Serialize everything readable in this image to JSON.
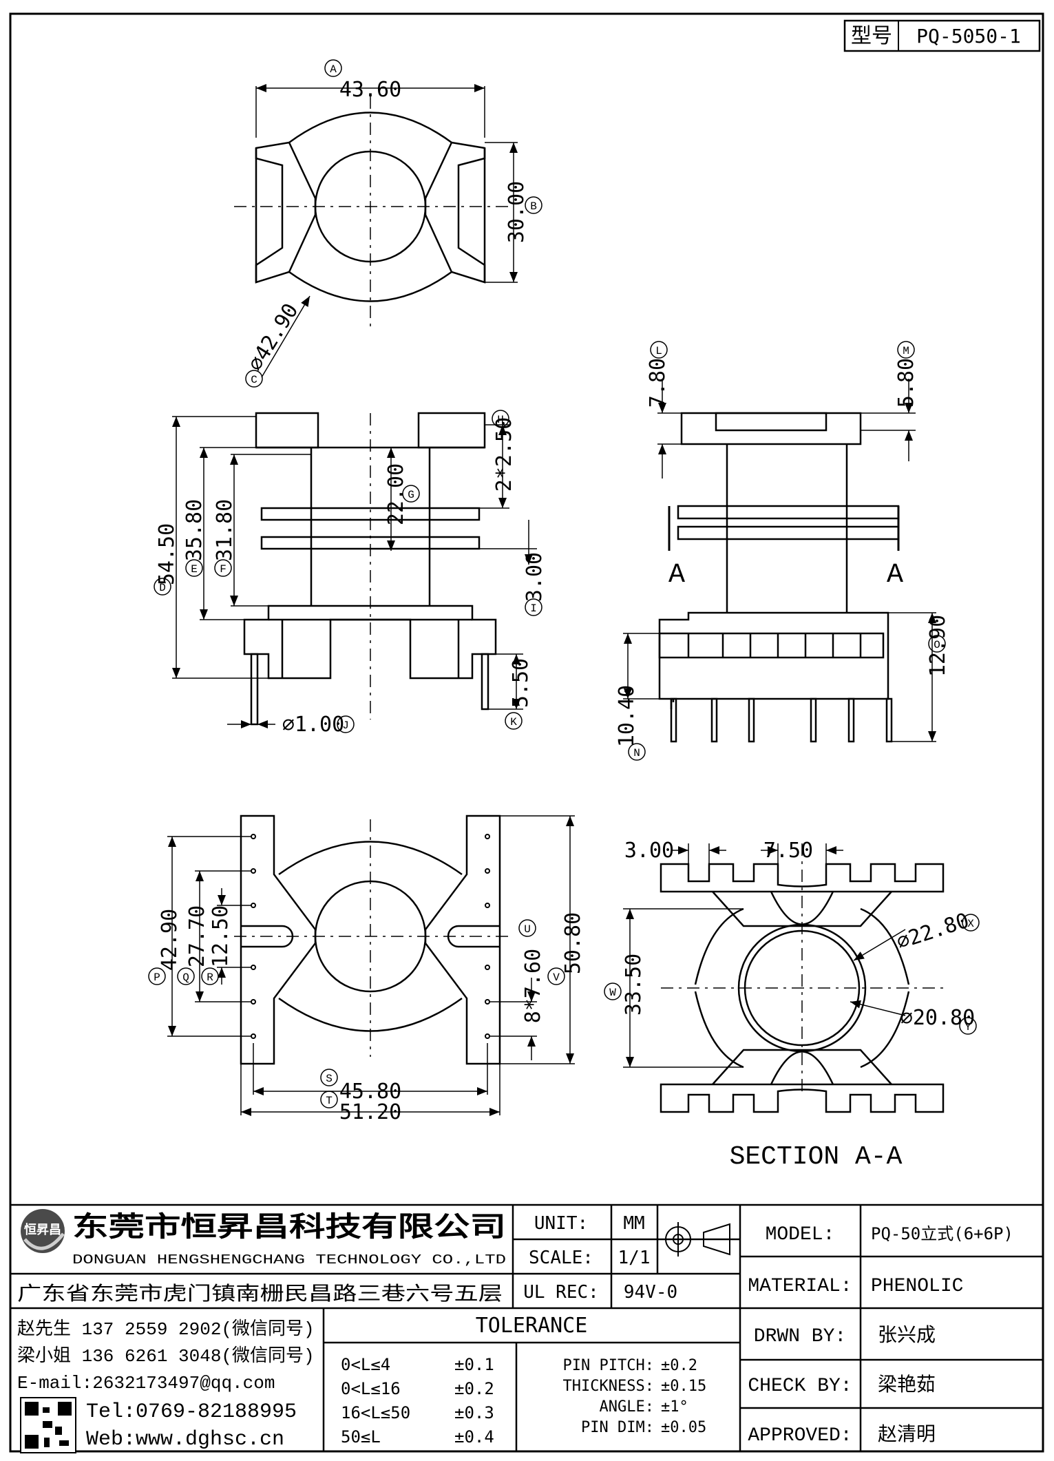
{
  "part_no": {
    "label": "型号",
    "value": "PQ-5050-1"
  },
  "views": {
    "top": {
      "dim_a": "43.60",
      "dim_b": "30.00",
      "dim_c": "⌀42.90",
      "tag_a": "A",
      "tag_b": "B",
      "tag_c": "C"
    },
    "front": {
      "dim_d": "54.50",
      "dim_e": "35.80",
      "dim_f": "31.80",
      "dim_g": "22.00",
      "dim_h": "2*2.50",
      "dim_i": "3.00",
      "dim_j": "⌀1.00",
      "dim_k": "5.50",
      "tag_d": "D",
      "tag_e": "E",
      "tag_f": "F",
      "tag_g": "G",
      "tag_h": "H",
      "tag_i": "I",
      "tag_j": "J",
      "tag_k": "K"
    },
    "side": {
      "dim_l": "7.80",
      "dim_m": "5.80",
      "dim_n": "10.40",
      "dim_o": "12.90",
      "tag_l": "L",
      "tag_m": "M",
      "tag_n": "N",
      "tag_o": "O",
      "cut_left": "A",
      "cut_right": "A"
    },
    "bottom": {
      "dim_p": "42.90",
      "dim_q": "27.70",
      "dim_r": "12.50",
      "dim_s": "45.80",
      "dim_t": "51.20",
      "dim_u": "8*7.60",
      "dim_v": "50.80",
      "tag_p": "P",
      "tag_q": "Q",
      "tag_r": "R",
      "tag_s": "S",
      "tag_t": "T",
      "tag_u": "U",
      "tag_v": "V"
    },
    "section": {
      "dim_3": "3.00",
      "dim_75": "7.50",
      "dim_w": "33.50",
      "dim_x": "⌀22.80",
      "dim_y": "⌀20.80",
      "tag_w": "W",
      "tag_x": "X",
      "tag_y": "Y",
      "title": "SECTION A-A"
    }
  },
  "title_block": {
    "company_cn": "东莞市恒昇昌科技有限公司",
    "company_en": "DONGUAN HENGSHENGCHANG TECHNOLOGY CO.,LTD",
    "address": "广东省东莞市虎门镇南栅民昌路三巷六号五层",
    "logo_text": "恒昇昌",
    "contact": [
      "赵先生 137 2559 2902(微信同号)",
      "梁小姐 136 6261 3048(微信同号)",
      "E-mail:2632173497@qq.com"
    ],
    "tel": "Tel:0769-82188995",
    "web": "Web:www.dghsc.cn",
    "unit_label": "UNIT:",
    "unit_value": "MM",
    "scale_label": "SCALE:",
    "scale_value": "1/1",
    "ulrec_label": "UL REC:",
    "ulrec_value": "94V-0",
    "tolerance_title": "TOLERANCE",
    "tolerance_rows": [
      {
        "range": "0<L≤4",
        "tol": "±0.1"
      },
      {
        "range": "0<L≤16",
        "tol": "±0.2"
      },
      {
        "range": "16<L≤50",
        "tol": "±0.3"
      },
      {
        "range": "50≤L",
        "tol": "±0.4"
      }
    ],
    "tolerance_misc": [
      {
        "label": "PIN PITCH:",
        "tol": "±0.2"
      },
      {
        "label": "THICKNESS:",
        "tol": "±0.15"
      },
      {
        "label": "ANGLE:",
        "tol": "±1°"
      },
      {
        "label": "PIN DIM:",
        "tol": "±0.05"
      }
    ],
    "model_label": "MODEL:",
    "model_value": "PQ-50立式(6+6P)",
    "material_label": "MATERIAL:",
    "material_value": "PHENOLIC",
    "drawn_label": "DRWN BY:",
    "drawn_value": "张兴成",
    "check_label": "CHECK BY:",
    "check_value": "梁艳茹",
    "approved_label": "APPROVED:",
    "approved_value": "赵清明"
  }
}
